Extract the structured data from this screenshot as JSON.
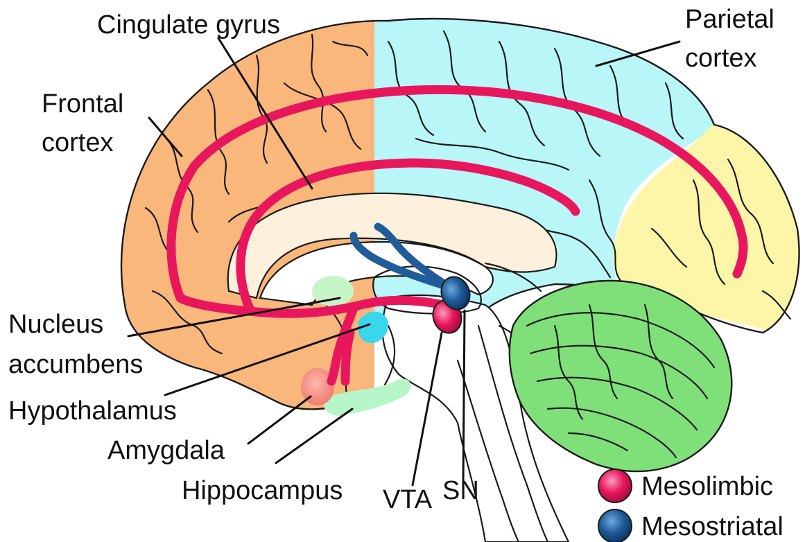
{
  "labels": {
    "cingulate_gyrus": "Cingulate gyrus",
    "parietal_line1": "Parietal",
    "parietal_line2": "cortex",
    "frontal_line1": "Frontal",
    "frontal_line2": "cortex",
    "nucleus_line1": "Nucleus",
    "nucleus_line2": "accumbens",
    "hypothalamus": "Hypothalamus",
    "amygdala": "Amygdala",
    "hippocampus": "Hippocampus",
    "vta": "VTA",
    "sn": "SN"
  },
  "legend": {
    "mesolimbic": "Mesolimbic",
    "mesostriatal": "Mesostriatal"
  },
  "colors": {
    "frontal": "#f9b77c",
    "parietal": "#b8f6f8",
    "occipital": "#fdf6a8",
    "cerebellum": "#7fe07a",
    "cingulate": "#fdf0dc",
    "nucleus_accumbens": "#c8f5c8",
    "hypothalamus": "#3ad6ec",
    "amygdala": "#f59a90",
    "hippocampus": "#b6f5c8",
    "mesolimbic": "#e8175d",
    "mesostriatal": "#1f5c99"
  }
}
